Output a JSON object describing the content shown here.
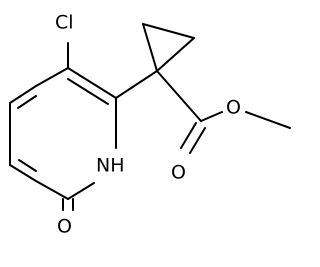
{
  "molecule": {
    "atoms": {
      "chlorine": "Cl",
      "ring_nitrogen": "NH",
      "ring_carbonyl_oxygen": "O",
      "ester_ether_oxygen": "O",
      "ester_carbonyl_oxygen": "O"
    },
    "colors": {
      "bond": "#000000",
      "label": "#000000",
      "background": "#ffffff"
    }
  }
}
